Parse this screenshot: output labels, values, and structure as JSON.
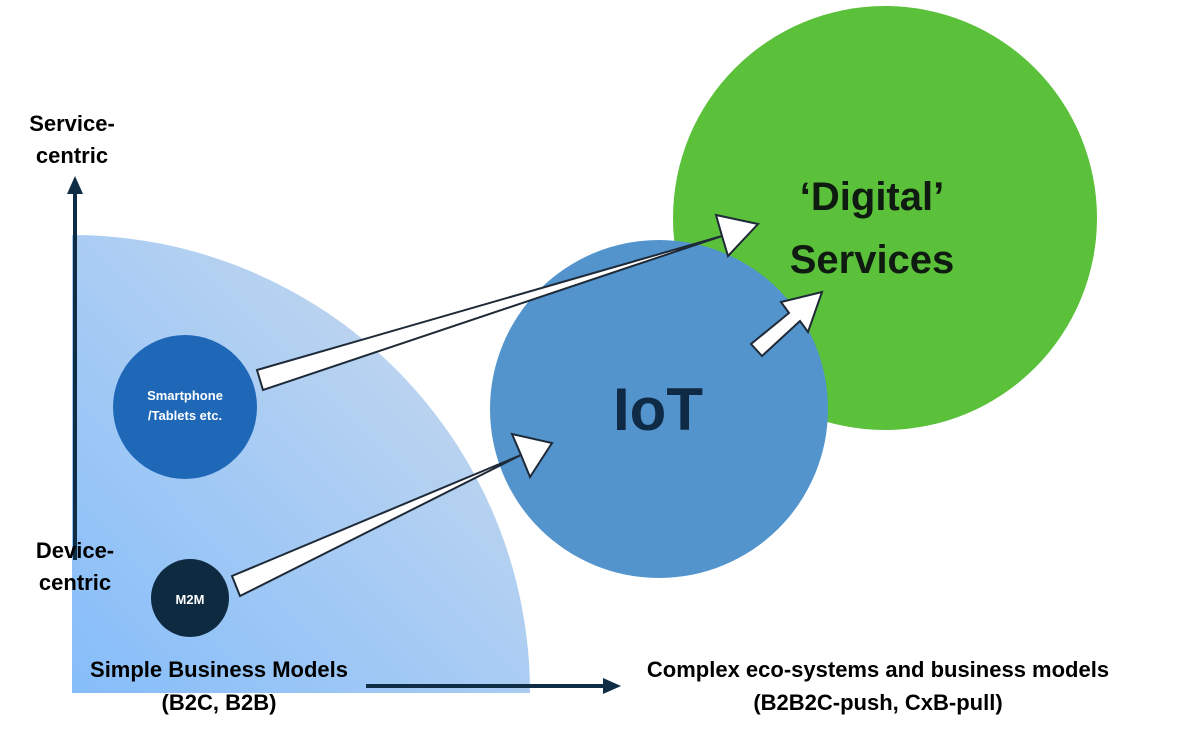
{
  "colors": {
    "quarter_light": "#cfdcec",
    "quarter_dark": "#85bdfa",
    "smartphone_circle": "#1f68b8",
    "m2m_circle": "#0e2a40",
    "iot_circle": "#5394cd",
    "digital_circle": "#5bc13a",
    "axis": "#0f2d45",
    "arrow_fill": "#ffffff",
    "arrow_stroke": "#1f2a38",
    "iot_text": "#0e2a45",
    "digital_text": "#0f1a10",
    "label_text": "#000000",
    "small_text": "#ffffff"
  },
  "axis": {
    "y_top_label_line1": "Service-",
    "y_top_label_line2": "centric",
    "y_bottom_label_line1": "Device-",
    "y_bottom_label_line2": "centric",
    "x_left_label_line1": "Simple Business Models",
    "x_left_label_line2": "(B2C, B2B)",
    "x_right_label_line1": "Complex eco-systems and business models",
    "x_right_label_line2": "(B2B2C-push, CxB-pull)"
  },
  "nodes": {
    "smartphone_line1": "Smartphone",
    "smartphone_line2": "/Tablets etc.",
    "m2m": "M2M",
    "iot": "IoT",
    "digital_line1": "‘Digital’",
    "digital_line2": "Services"
  }
}
